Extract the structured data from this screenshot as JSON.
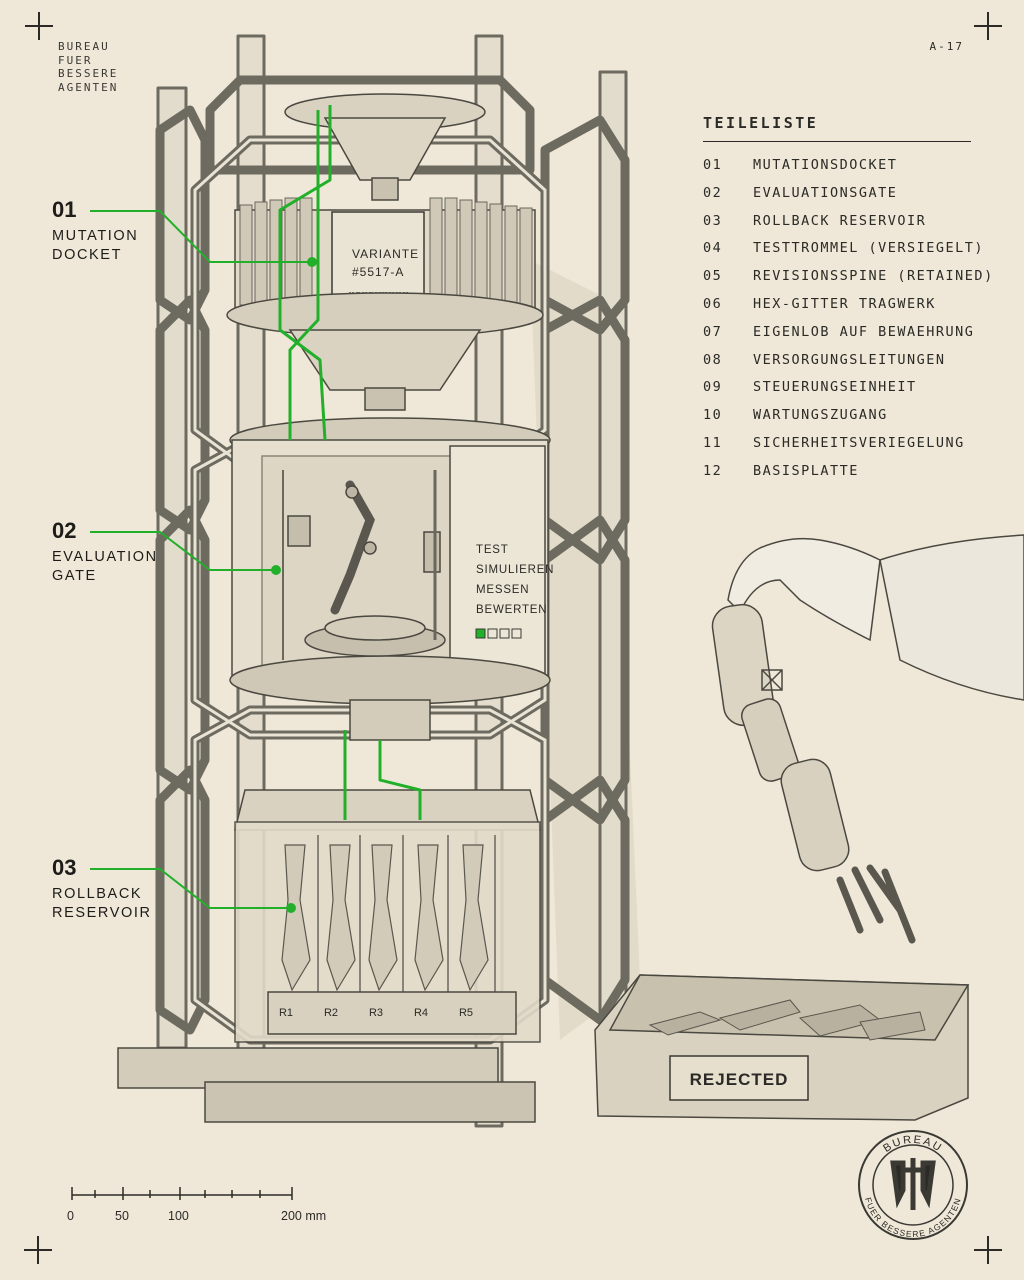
{
  "header": {
    "org_lines": [
      "BUREAU",
      "FUER",
      "BESSERE",
      "AGENTEN"
    ],
    "sheet_number": "A-17"
  },
  "parts_list": {
    "title": "TEILELISTE",
    "items": [
      {
        "num": "01",
        "label": "MUTATIONSDOCKET"
      },
      {
        "num": "02",
        "label": "EVALUATIONSGATE"
      },
      {
        "num": "03",
        "label": "ROLLBACK RESERVOIR"
      },
      {
        "num": "04",
        "label": "TESTTROMMEL (VERSIEGELT)"
      },
      {
        "num": "05",
        "label": "REVISIONSSPINE (RETAINED)"
      },
      {
        "num": "06",
        "label": "HEX-GITTER TRAGWERK"
      },
      {
        "num": "07",
        "label": "EIGENLOB AUF BEWAEHRUNG"
      },
      {
        "num": "08",
        "label": "VERSORGUNGSLEITUNGEN"
      },
      {
        "num": "09",
        "label": "STEUERUNGSEINHEIT"
      },
      {
        "num": "10",
        "label": "WARTUNGSZUGANG"
      },
      {
        "num": "11",
        "label": "SICHERHEITSVERIEGELUNG"
      },
      {
        "num": "12",
        "label": "BASISPLATTE"
      }
    ]
  },
  "callouts": [
    {
      "num": "01",
      "line1": "MUTATION",
      "line2": "DOCKET"
    },
    {
      "num": "02",
      "line1": "EVALUATION",
      "line2": "GATE"
    },
    {
      "num": "03",
      "line1": "ROLLBACK",
      "line2": "RESERVOIR"
    }
  ],
  "machine": {
    "docket_label_line1": "VARIANTE",
    "docket_label_line2": "#5517-A",
    "gate_steps": [
      "TEST",
      "SIMULIEREN",
      "MESSEN",
      "BEWERTEN"
    ],
    "gate_progress": {
      "done": 1,
      "total": 4
    },
    "reservoir_slots": [
      "R1",
      "R2",
      "R3",
      "R4",
      "R5"
    ]
  },
  "reject_bin_label": "REJECTED",
  "seal": {
    "top_text": "BUREAU",
    "bottom_text": "FUER BESSERE AGENTEN"
  },
  "scale_bar": {
    "ticks": [
      "0",
      "50",
      "100",
      "200 mm"
    ]
  },
  "colors": {
    "accent_green": "#22b02a",
    "paper": "#efe8d8",
    "ink": "#2b2a26"
  }
}
